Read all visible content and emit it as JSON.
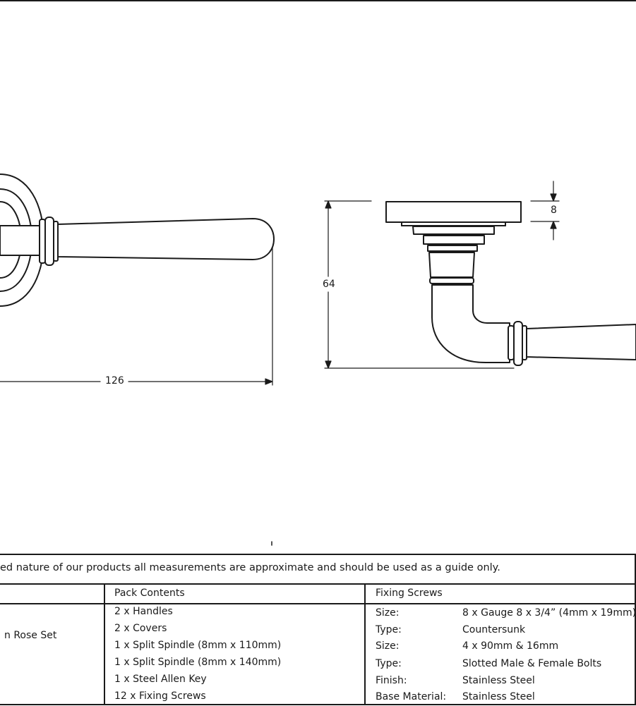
{
  "dimensions": {
    "front_length": "126",
    "side_height": "64",
    "rose_thickness": "8"
  },
  "disclaimer": "ed nature of our products all measurements are approximate and should be used as a guide only.",
  "table": {
    "product_name_fragment": "n Rose Set",
    "pack_contents": {
      "header": "Pack Contents",
      "items": [
        "2 x Handles",
        "2 x Covers",
        "1 x Split Spindle (8mm x 110mm)",
        "1 x Split Spindle (8mm x 140mm)",
        "1 x Steel Allen Key",
        "12 x Fixing Screws"
      ]
    },
    "fixing_screws": {
      "header": "Fixing Screws",
      "rows": [
        {
          "label": "Size:",
          "value": "8 x Gauge 8 x 3/4” (4mm x 19mm)"
        },
        {
          "label": "Type:",
          "value": "Countersunk"
        },
        {
          "label": "Size:",
          "value": "4 x 90mm & 16mm"
        },
        {
          "label": "Type:",
          "value": "Slotted Male & Female Bolts"
        },
        {
          "label": "Finish:",
          "value": "Stainless Steel"
        },
        {
          "label": "Base Material:",
          "value": "Stainless Steel"
        }
      ]
    }
  }
}
